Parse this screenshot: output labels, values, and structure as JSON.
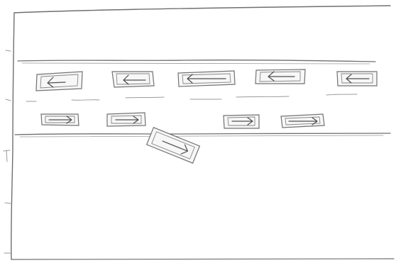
{
  "diagram": {
    "kind": "pencil-sketch-traffic-scene",
    "colors": {
      "paper": "#ffffff",
      "pencil": "#6f6f6f",
      "light_pencil": "#9a9a9a"
    },
    "road": {
      "lanes": 2,
      "vehicle_counts": {
        "upper_lane": 5,
        "lower_lane": 4,
        "off_road": 1
      }
    },
    "vehicles": [
      {
        "name": "vehicle-upper-1",
        "lane": "upper",
        "direction": "left"
      },
      {
        "name": "vehicle-upper-2",
        "lane": "upper",
        "direction": "left"
      },
      {
        "name": "vehicle-upper-3",
        "lane": "upper",
        "direction": "left"
      },
      {
        "name": "vehicle-upper-4",
        "lane": "upper",
        "direction": "left"
      },
      {
        "name": "vehicle-upper-5",
        "lane": "upper",
        "direction": "left"
      },
      {
        "name": "vehicle-lower-1",
        "lane": "lower",
        "direction": "right"
      },
      {
        "name": "vehicle-lower-2",
        "lane": "lower",
        "direction": "right"
      },
      {
        "name": "vehicle-lower-3",
        "lane": "lower",
        "direction": "right"
      },
      {
        "name": "vehicle-lower-4",
        "lane": "lower",
        "direction": "right"
      },
      {
        "name": "vehicle-offroad",
        "lane": "off-road",
        "direction": "down-right"
      }
    ]
  }
}
